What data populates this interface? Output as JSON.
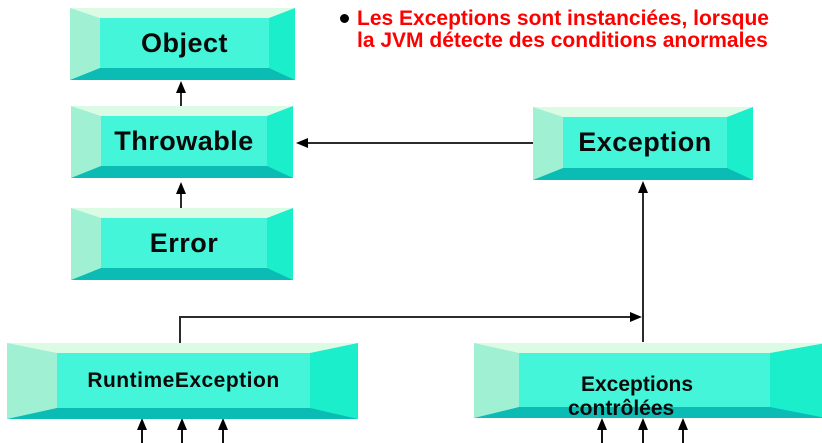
{
  "note": {
    "line1": "Les Exceptions sont instanciées, lorsque",
    "line2": "la JVM détecte des conditions anormales",
    "text_color": "#FF0000",
    "bullet_color": "#000000"
  },
  "diagram": {
    "type": "class-hierarchy",
    "nodes": {
      "object": {
        "label": "Object"
      },
      "throwable": {
        "label": "Throwable"
      },
      "error": {
        "label": "Error"
      },
      "exception": {
        "label": "Exception"
      },
      "runtime_exception": {
        "label": "RuntimeException"
      },
      "checked_exceptions": {
        "label_line1": "Exceptions",
        "label_line2": "contrôlées"
      }
    },
    "edges": [
      {
        "from": "Throwable",
        "to": "Object"
      },
      {
        "from": "Error",
        "to": "Throwable"
      },
      {
        "from": "Exception",
        "to": "Throwable"
      },
      {
        "from": "RuntimeException",
        "to": "Exception"
      },
      {
        "from": "Exceptions contrôlées",
        "to": "Exception"
      }
    ],
    "stub_subclass_arrows": {
      "runtime_exception": 3,
      "checked_exceptions": 3
    },
    "colors": {
      "box_face": "#45F5D9",
      "bevel_top": "#DCFBE4",
      "bevel_left": "#A0F0D4",
      "bevel_right": "#1BEECB",
      "bevel_bottom": "#0ABCB4",
      "connector_line": "#2B2B2B",
      "arrowhead": "#000000",
      "label_text": "#0a0a0a"
    }
  }
}
